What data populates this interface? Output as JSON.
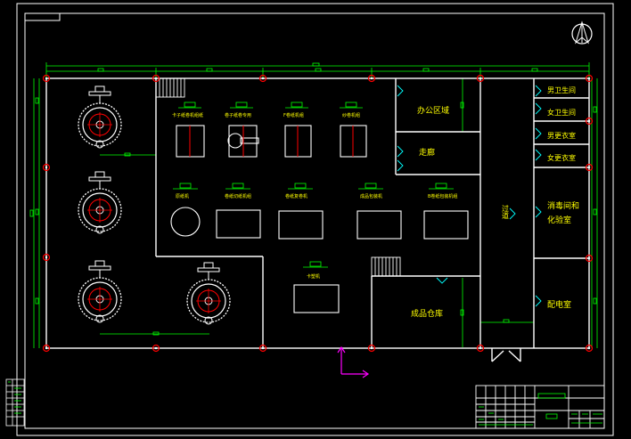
{
  "drawing": {
    "background": "#000000",
    "line_color": "#ffffff",
    "dim_color": "#00ff00",
    "axis_color": "#ff00ff",
    "accent_red": "#ff0000",
    "icon_names": [
      "north-arrow-icon",
      "ucs-axis-icon",
      "entrance-door-icon"
    ]
  },
  "rooms": {
    "office_area": "办公区域",
    "corridor": "走廊",
    "aisle": "过道",
    "mens_toilet": "男卫生间",
    "womens_toilet": "女卫生间",
    "mens_locker": "男更衣室",
    "womens_locker": "女更衣室",
    "wash_room_line1": "消毒间和",
    "wash_room_line2": "化验室",
    "power_room": "配电室",
    "finished_storage": "成品仓库"
  },
  "equipment_labels": {
    "m1": "卡子纸卷机组纸",
    "m2": "卷子纸卷专用",
    "m3": "F卷纸机组",
    "m4": "纱卷机组",
    "m5": "原纸机",
    "m6": "卷纸切纸机组",
    "m7": "卷纸复卷机",
    "m8": "成品包装机",
    "m9": "B卷纸包装机组",
    "m10": "卡塑机"
  }
}
